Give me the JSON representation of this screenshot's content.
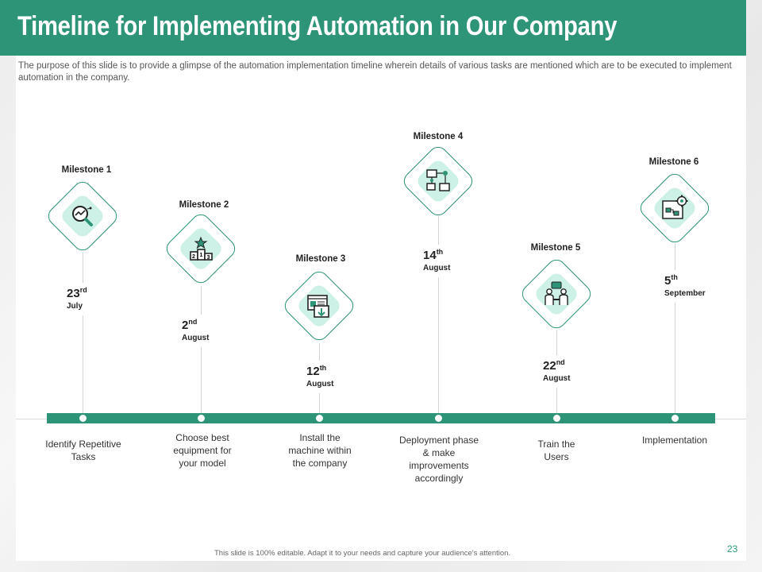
{
  "title": "Timeline for Implementing Automation in Our Company",
  "subtitle": "The purpose of this slide is to provide a glimpse of the automation implementation timeline wherein details of various tasks are mentioned which are to be executed to implement automation in the company.",
  "milestones": [
    {
      "label": "Milestone 1",
      "day": "23",
      "suffix": "rd",
      "month": "July",
      "task": "Identify Repetitive Tasks",
      "icon": "analysis-icon"
    },
    {
      "label": "Milestone 2",
      "day": "2",
      "suffix": "nd",
      "month": "August",
      "task": "Choose best equipment for your model",
      "icon": "podium-icon"
    },
    {
      "label": "Milestone 3",
      "day": "12",
      "suffix": "th",
      "month": "August",
      "task": "Install the machine within the company",
      "icon": "install-icon"
    },
    {
      "label": "Milestone 4",
      "day": "14",
      "suffix": "th",
      "month": "August",
      "task": "Deployment phase & make improvements accordingly",
      "icon": "network-icon"
    },
    {
      "label": "Milestone 5",
      "day": "22",
      "suffix": "nd",
      "month": "August",
      "task": "Train the Users",
      "icon": "training-icon"
    },
    {
      "label": "Milestone 6",
      "day": "5",
      "suffix": "th",
      "month": "September",
      "task": "Implementation",
      "icon": "workflow-gear-icon"
    }
  ],
  "footer": "This slide is 100% editable. Adapt it to your needs and capture your audience's attention.",
  "page_number": "23",
  "colors": {
    "accent": "#2d9478",
    "icon_bg": "#cdf1e6"
  }
}
